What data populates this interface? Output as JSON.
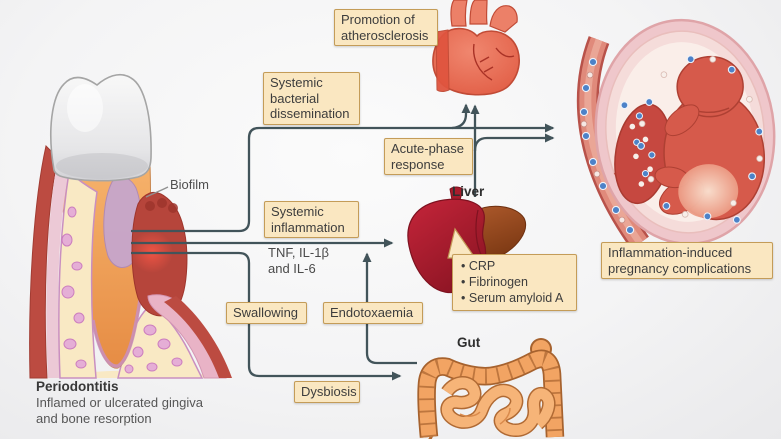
{
  "figure": {
    "boxes": {
      "promotion_of_atherosclerosis": "Promotion of\natherosclerosis",
      "systemic_bacterial_dissemination": "Systemic\nbacterial\ndissemination",
      "acute_phase_response": "Acute-phase\nresponse",
      "systemic_inflammation": "Systemic\ninflammation",
      "swallowing": "Swallowing",
      "endotoxaemia": "Endotoxaemia",
      "dysbiosis": "Dysbiosis",
      "inflammation_induced_pregnancy_complications": "Inflammation-induced\npregnancy complications"
    },
    "annotations": {
      "tnf_il": "TNF, IL-1β\nand IL-6",
      "biofilm": "Biofilm",
      "liver": "Liver",
      "gut": "Gut",
      "periodontitis_title": "Periodontitis",
      "periodontitis_description": "Inflamed or ulcerated gingiva\nand bone resorption"
    },
    "liver_acute_phase_proteins": [
      "CRP",
      "Fibrinogen",
      "Serum amyloid A"
    ],
    "colors": {
      "label_box_bg": "#FAE7C1",
      "label_box_border": "#C49C58",
      "arrow": "#42545A",
      "heart_red": "#E9634C",
      "liver_red": "#B01E2E",
      "liver_brown": "#9C4A22",
      "gut_orange": "#F2A463",
      "uterus_pink": "#EFC7CB",
      "bacteria_blue": "#4D82C8",
      "inflamed_gum_red": "#B6453B",
      "bone_cream": "#F9E9C4"
    }
  }
}
